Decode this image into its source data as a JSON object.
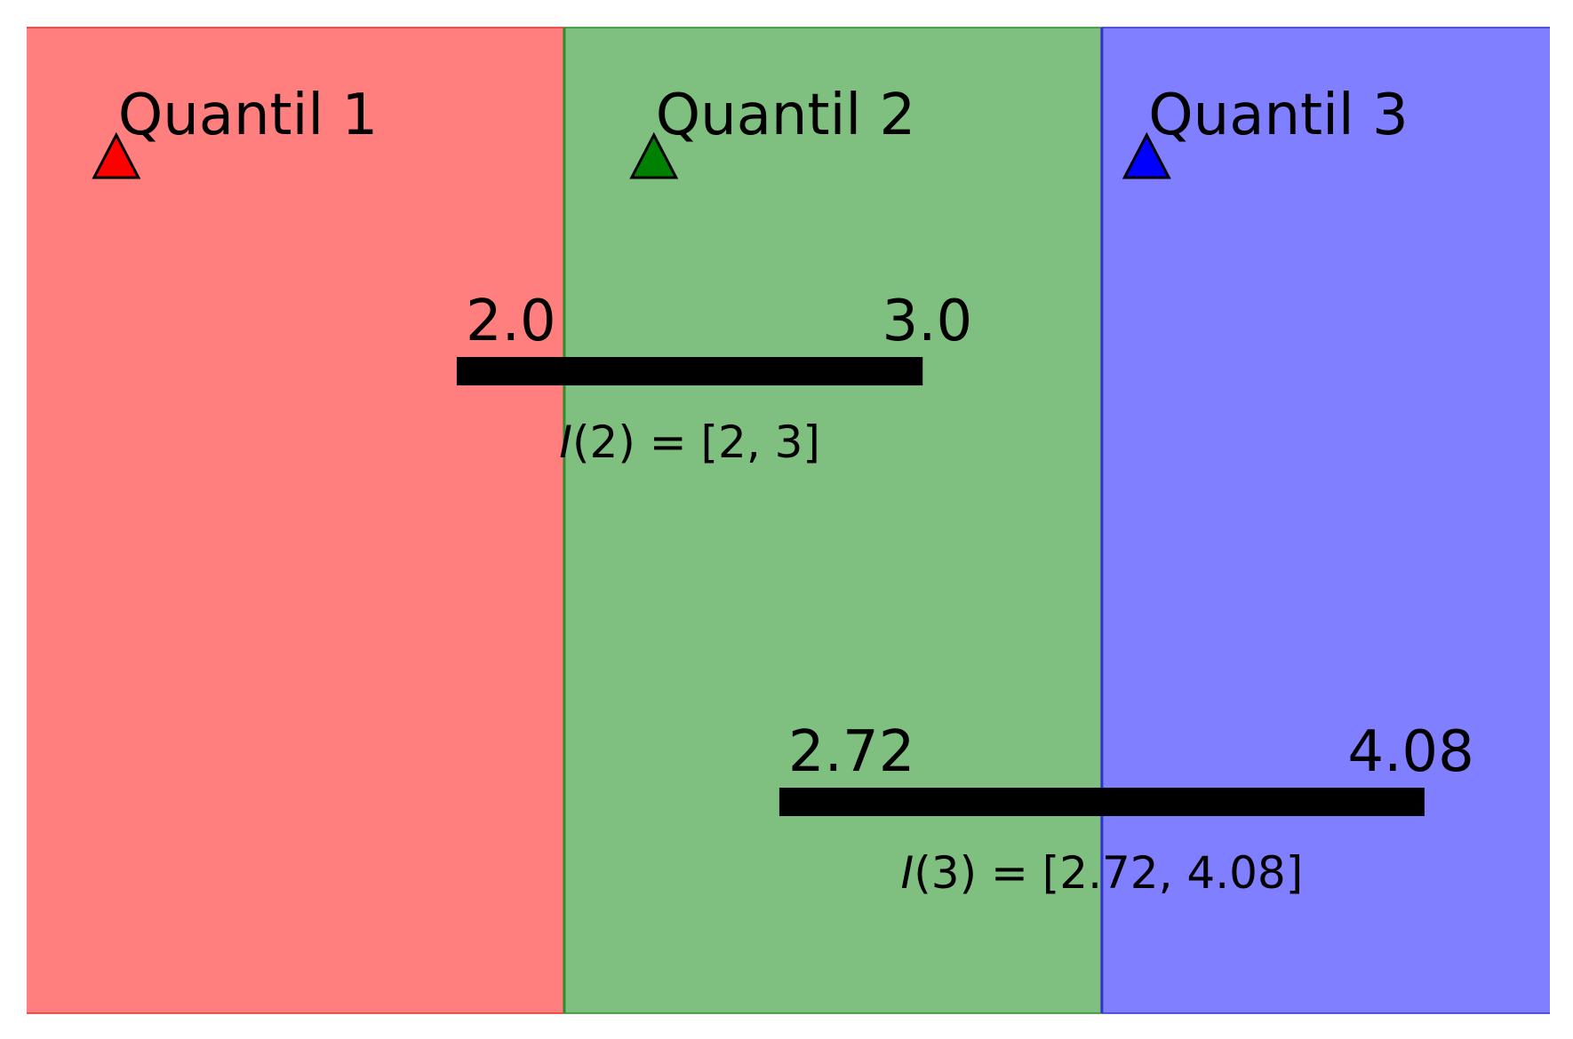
{
  "colors": {
    "q1_fill": "#ff7f7f",
    "q1_edge": "#e03030",
    "q1_marker": "#ff0000",
    "q2_fill": "#7fbf7f",
    "q2_edge": "#2e8b2e",
    "q2_marker": "#008000",
    "q3_fill": "#7f7fff",
    "q3_edge": "#3030d0",
    "q3_marker": "#0000ff",
    "interval_bar": "#000000"
  },
  "axis": {
    "xlim": [
      0.0,
      4.25
    ]
  },
  "quantiles": [
    {
      "label": "Quantil 1",
      "start": 0.0,
      "end": 1.5,
      "marker_icon": "triangle-up-icon",
      "marker_x": 0.25
    },
    {
      "label": "Quantil 2",
      "start": 1.5,
      "end": 3.0,
      "marker_icon": "triangle-up-icon",
      "marker_x": 1.75
    },
    {
      "label": "Quantil 3",
      "start": 3.0,
      "end": 4.25,
      "marker_icon": "triangle-up-icon",
      "marker_x": 3.125
    }
  ],
  "intervals": [
    {
      "start": 1.2,
      "end": 2.5,
      "start_label": "2.0",
      "end_label": "3.0",
      "name_prefix": "I",
      "name_rest": "(2) = [2, 3]"
    },
    {
      "start": 2.1,
      "end": 3.9,
      "start_label": "2.72",
      "end_label": "4.08",
      "name_prefix": "I",
      "name_rest": "(3) = [2.72, 4.08]"
    }
  ]
}
